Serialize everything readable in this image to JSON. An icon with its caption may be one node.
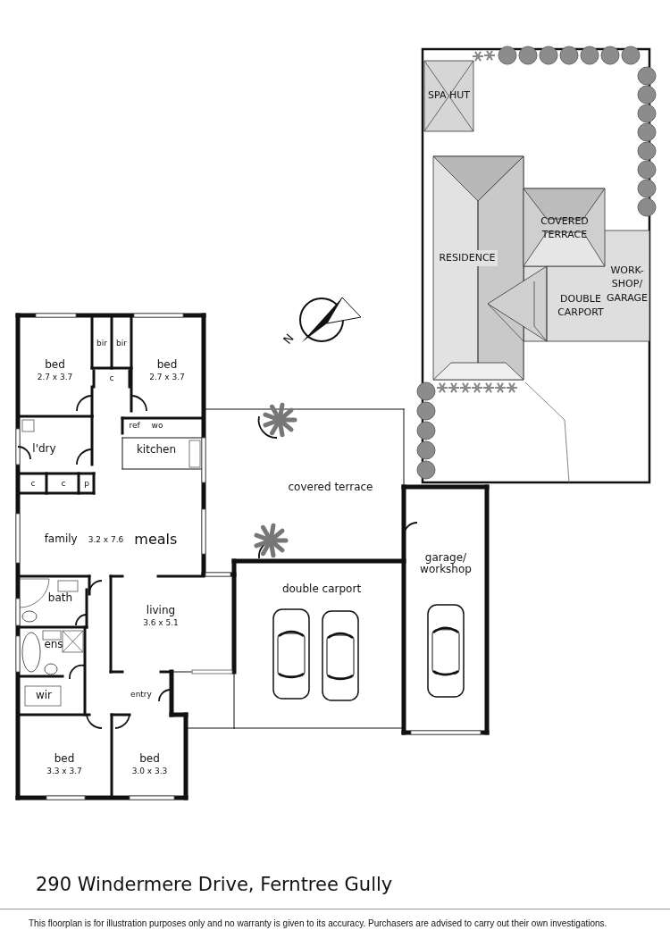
{
  "diagram": {
    "title": "290 Windermere Drive, Ferntree Gully",
    "caption": "This floorplan is for illustration purposes only and no warranty is given to its accuracy. Purchasers are advised to carry out their own investigations.",
    "nodes": [
      {
        "text": [
          "SPA HUT"
        ]
      },
      {
        "text": [
          "COVERED TERRACE"
        ]
      },
      {
        "text": [
          "RESIDENCE"
        ]
      },
      {
        "text": [
          "WORK- SHOP/ GARAGE"
        ]
      },
      {
        "text": [
          "DOUBLE CARPORT"
        ]
      },
      {
        "text": [
          "bir"
        ]
      },
      {
        "text": [
          "bir"
        ]
      },
      {
        "text": [
          "bed",
          "2.7 x 3.7"
        ]
      },
      {
        "text": [
          "bed",
          "2.7 x 3.7"
        ]
      },
      {
        "text": [
          "c"
        ]
      },
      {
        "text": [
          "ref"
        ]
      },
      {
        "text": [
          "wo"
        ]
      },
      {
        "text": [
          "l'dry"
        ]
      },
      {
        "text": [
          "kitchen"
        ]
      },
      {
        "text": [
          "c"
        ]
      },
      {
        "text": [
          "c"
        ]
      },
      {
        "text": [
          "p"
        ]
      },
      {
        "text": [
          "covered terrace"
        ]
      },
      {
        "text": [
          "family",
          "3.2 x 7.6",
          "meals"
        ]
      },
      {
        "text": [
          "garage/ workshop"
        ]
      },
      {
        "text": [
          "double carport"
        ]
      },
      {
        "text": [
          "bath"
        ]
      },
      {
        "text": [
          "living",
          "3.6 x 5.1"
        ]
      },
      {
        "text": [
          "ens"
        ]
      },
      {
        "text": [
          "wir"
        ]
      },
      {
        "text": [
          "entry"
        ]
      },
      {
        "text": [
          "bed",
          "3.3 x 3.7"
        ]
      },
      {
        "text": [
          "bed",
          "3.0 x 3.3"
        ]
      }
    ],
    "labels": [
      "N"
    ]
  }
}
